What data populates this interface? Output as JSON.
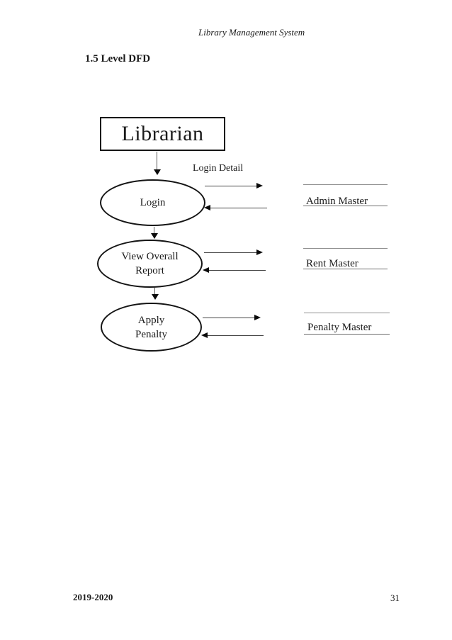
{
  "header": {
    "title": "Library Management System"
  },
  "heading": "1.5 Level DFD",
  "diagram": {
    "entity": "Librarian",
    "flow_label": "Login Detail",
    "processes": [
      {
        "lines": [
          "Login"
        ]
      },
      {
        "lines": [
          "View Overall",
          "Report"
        ]
      },
      {
        "lines": [
          "Apply",
          "Penalty"
        ]
      }
    ],
    "stores": [
      {
        "label": "Admin Master"
      },
      {
        "label": "Rent Master"
      },
      {
        "label": "Penalty Master"
      }
    ]
  },
  "footer": {
    "year": "2019-2020",
    "page_number": "31"
  },
  "colors": {
    "ink": "#1a1a1a",
    "shape_stroke": "#151515",
    "store_line_gray": "#8f8f8f"
  }
}
